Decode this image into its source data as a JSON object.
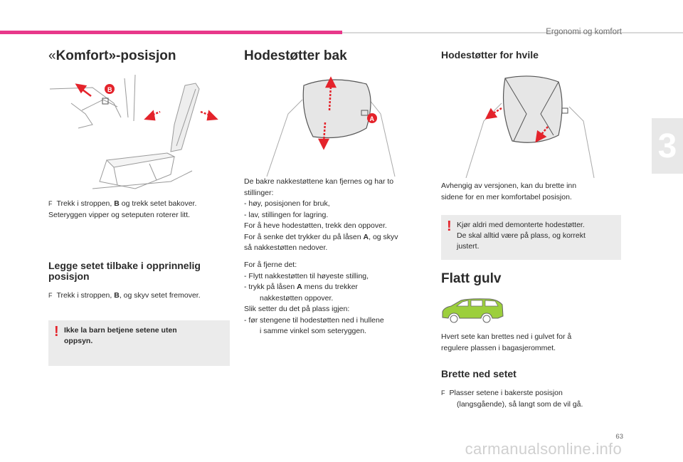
{
  "header": {
    "title": "Ergonomi og komfort",
    "chapter": "3"
  },
  "col1": {
    "title_prefix": "«",
    "title_main": "Komfort",
    "title_suffix": "»-posisjon",
    "step1_marker": "F",
    "step1_pre": "Trekk i stroppen, ",
    "step1_bold": "B",
    "step1_post": " og trekk setet bakover.",
    "step1_line2": "Seteryggen vipper og seteputen roterer litt.",
    "subtitle": "Legge setet tilbake i opprinnelig posisjon",
    "step2_marker": "F",
    "step2_pre": "Trekk i stroppen, ",
    "step2_bold": "B",
    "step2_post": ", og skyv setet fremover.",
    "warning": "Ikke la barn betjene setene uten oppsyn.",
    "label_b": "B"
  },
  "col2": {
    "title": "Hodestøtter bak",
    "label_a": "A",
    "p1_l1": "De bakre nakkestøttene kan fjernes og har to",
    "p1_l2": "stillinger:",
    "p1_l3": "-   høy, posisjonen for bruk,",
    "p1_l4": "-   lav, stillingen for lagring.",
    "p1_l5": "For å heve hodestøtten, trekk den oppover.",
    "p1_l6_pre": "For å senke det trykker du på låsen ",
    "p1_l6_bold": "A",
    "p1_l6_post": ", og skyv",
    "p1_l7": "så nakkestøtten nedover.",
    "p2_l1": "For å fjerne det:",
    "p2_l2": "-   Flytt nakkestøtten til høyeste stilling,",
    "p2_l3_pre": "-   trykk på låsen ",
    "p2_l3_bold": "A",
    "p2_l3_post": " mens du trekker",
    "p2_l4": "nakkestøtten oppover.",
    "p2_l5": "Slik setter du det på plass igjen:",
    "p2_l6": "-   før stengene til hodestøtten ned i hullene",
    "p2_l7": "i samme vinkel som seteryggen."
  },
  "col3": {
    "title": "Hodestøtter for hvile",
    "p1_l1": "Avhengig av versjonen, kan du brette inn",
    "p1_l2": "sidene for en mer komfortabel posisjon.",
    "warning_l1": "Kjør aldri med demonterte hodestøtter.",
    "warning_l2": "De skal alltid være på plass, og korrekt",
    "warning_l3": "justert.",
    "flat_title": "Flatt gulv",
    "flat_l1": "Hvert sete kan brettes ned i gulvet for å",
    "flat_l2": "regulere plassen i bagasjerommet.",
    "fold_title": "Brette ned setet",
    "fold_marker": "F",
    "fold_l1": "Plasser setene i bakerste posisjon",
    "fold_l2": "(langsgående), så langt som de vil gå."
  },
  "footer": {
    "page_number": "63",
    "watermark": "carmanualsonline.info"
  },
  "colors": {
    "accent_pink": "#e8388a",
    "warning_red": "#e4232b",
    "arrow_red": "#e4232b",
    "car_green": "#9ccf3c"
  }
}
